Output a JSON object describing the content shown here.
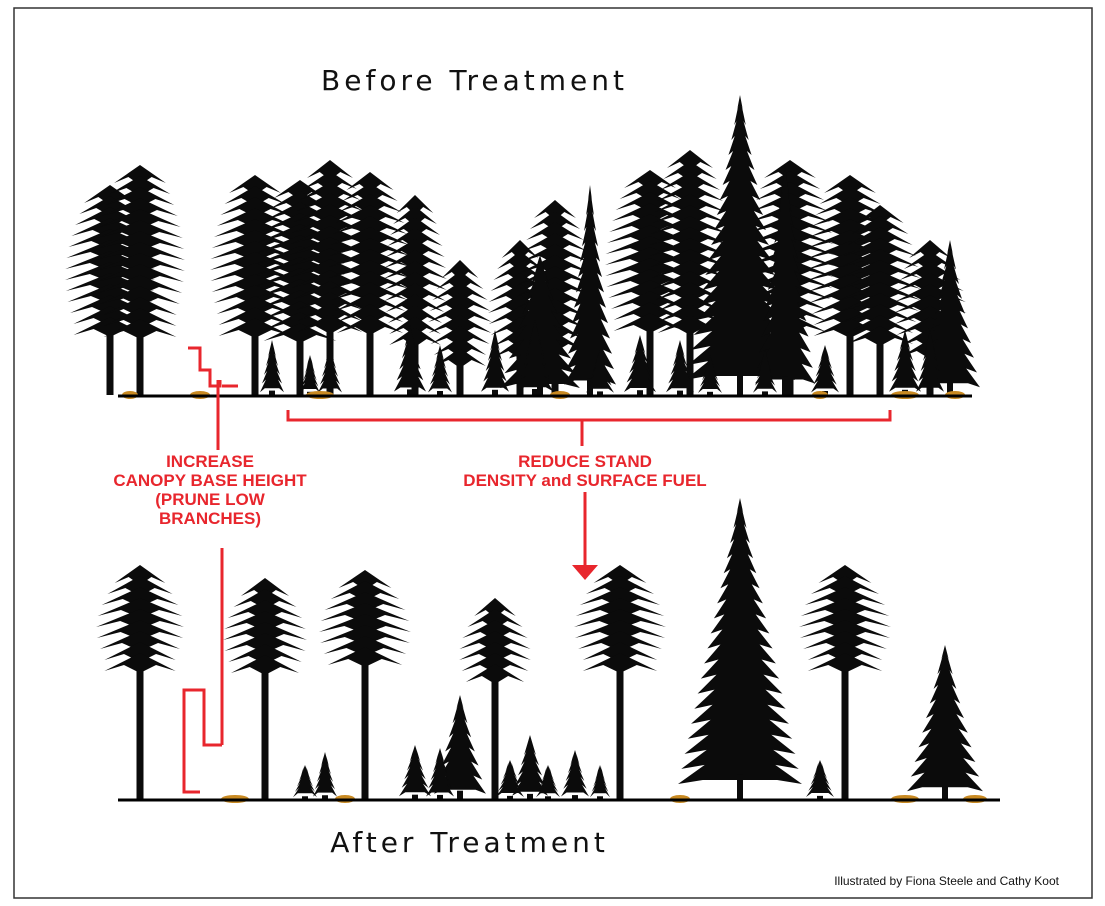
{
  "titles": {
    "before": "Before Treatment",
    "after": "After Treatment"
  },
  "labels": {
    "canopy": [
      "INCREASE",
      "CANOPY BASE HEIGHT",
      "(PRUNE LOW",
      "BRANCHES)"
    ],
    "stand": [
      "REDUCE STAND",
      "DENSITY and SURFACE FUEL"
    ]
  },
  "credit": "Illustrated by Fiona Steele and Cathy Koot",
  "colors": {
    "tree": "#0b0b0b",
    "annotation": "#e8262d",
    "fuel": "#c98a22",
    "border": "#333333"
  }
}
